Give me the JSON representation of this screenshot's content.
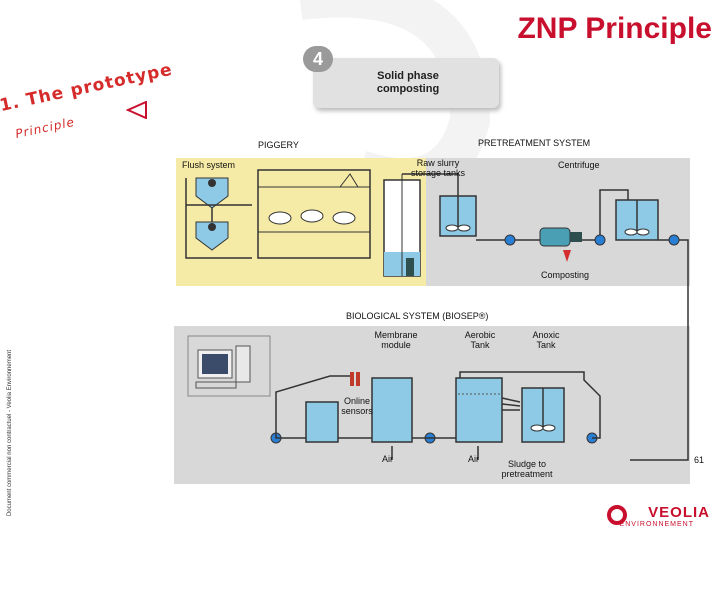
{
  "slide": {
    "title": "ZNP Principle",
    "step_number": "4",
    "solid_phase": "Solid phase\ncomposting",
    "prototype_line1": "1. The prototype",
    "prototype_line2": "Principle",
    "side_note": "Document commercial non contractuel - Veolia Environnement",
    "page_number": "61"
  },
  "logo": {
    "name": "VEOLIA",
    "sub": "ENVIRONNEMENT"
  },
  "diagram": {
    "piggery_label": "PIGGERY",
    "pretreatment_label": "PRETREATMENT SYSTEM",
    "flush_system": "Flush system",
    "raw_slurry": "Raw slurry\nstorage tanks",
    "centrifuge": "Centrifuge",
    "composting": "Composting",
    "biological_label": "BIOLOGICAL SYSTEM (BIOSEP®)",
    "membrane_module": "Membrane\nmodule",
    "aerobic_tank": "Aerobic\nTank",
    "anoxic_tank": "Anoxic\nTank",
    "online_sensors": "Online\nsensors",
    "air_1": "Air",
    "air_2": "Air",
    "sludge": "Sludge to\npretreatment"
  },
  "colors": {
    "title_red": "#c8102e",
    "piggery_fill": "#f6eba6",
    "pretreatment_fill": "#d8d8d8",
    "bio_fill": "#d8d8d8",
    "water_blue": "#8ecae6",
    "pump_blue": "#2a7fd4",
    "pipe_grey": "#444444",
    "arrow_red": "#d32f2f"
  },
  "icons": [
    "pump-icon",
    "mixer-icon",
    "computer-icon",
    "pig-icon",
    "centrifuge-icon",
    "sensor-icon",
    "triangle-arrow-icon"
  ]
}
